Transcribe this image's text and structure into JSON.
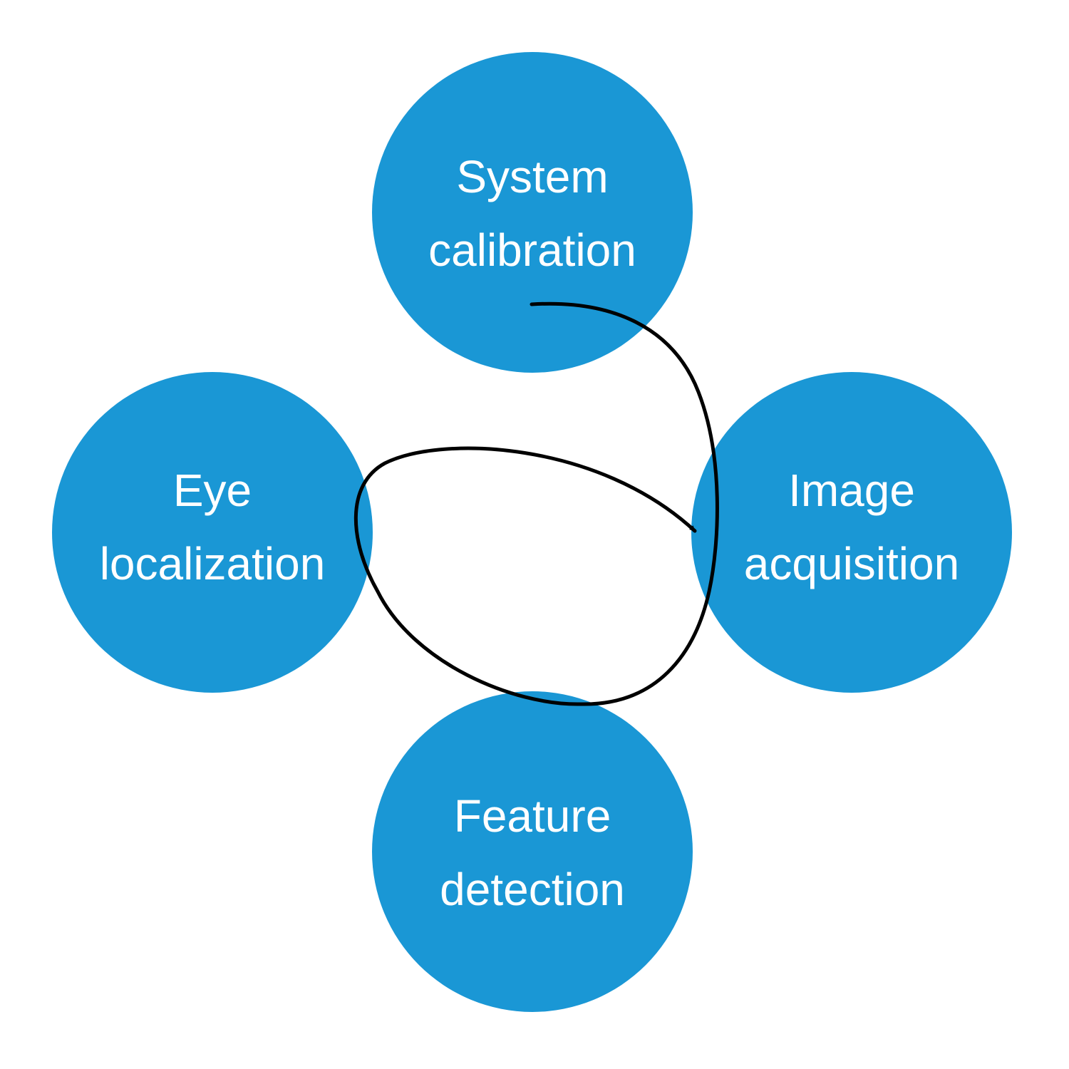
{
  "colors": {
    "node_fill": "#1a97d5",
    "label_text": "#ffffff",
    "arrow": "#000000",
    "background": "#ffffff"
  },
  "nodes": [
    {
      "id": "system-calibration",
      "lines": [
        "System",
        "calibration"
      ]
    },
    {
      "id": "image-acquisition",
      "lines": [
        "Image",
        "acquisition"
      ]
    },
    {
      "id": "feature-detection",
      "lines": [
        "Feature",
        "detection"
      ]
    },
    {
      "id": "eye-localization",
      "lines": [
        "Eye",
        "localization"
      ]
    }
  ],
  "edges": [
    {
      "from": "system-calibration",
      "to": "image-acquisition",
      "via": [
        "feature-detection",
        "eye-localization"
      ],
      "arrowhead": "end"
    }
  ]
}
